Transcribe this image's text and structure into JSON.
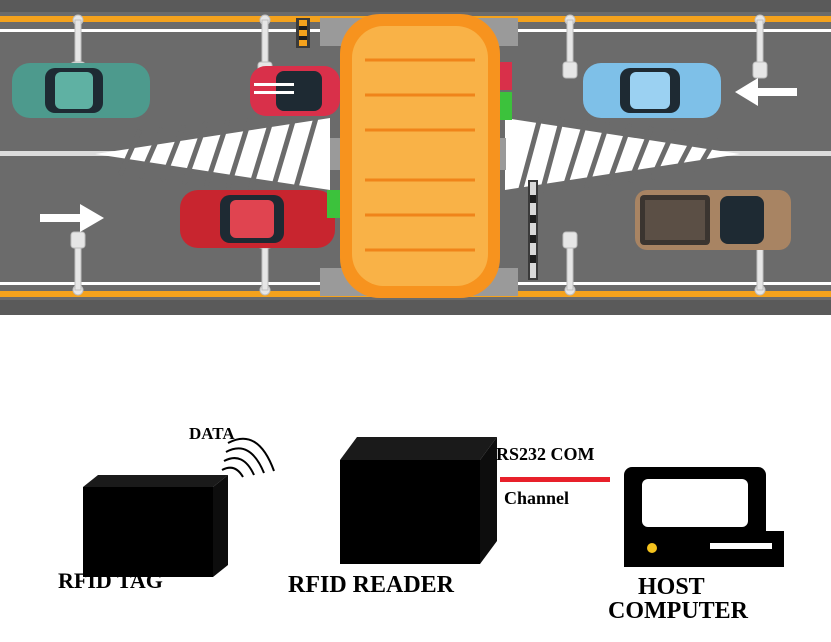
{
  "labels": {
    "data": "DATA",
    "rs232": "RS232 COM",
    "channel": "Channel",
    "tag": "RFID TAG",
    "reader": "RFID READER",
    "host_line1": "HOST",
    "host_line2": "COMPUTER"
  },
  "colors": {
    "road": "#6b6b6b",
    "edge_line": "#f4a21d",
    "gantry": "#f7931e",
    "gantry_light": "#f9b247",
    "channel_line": "#e8202a",
    "box": "#000000",
    "arrow": "#ffffff"
  },
  "icons": [
    "toll-gantry-icon",
    "car-icon",
    "pickup-truck-icon",
    "lane-arrow-icon",
    "signal-waves-icon",
    "computer-icon"
  ]
}
